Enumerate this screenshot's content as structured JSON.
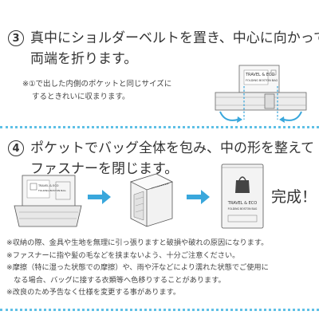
{
  "step3": {
    "number": "3",
    "line1": "真中にショルダーベルトを置き、中心に向かって",
    "line2": "両端を折ります。",
    "note1": "※①で出した内側のポケットと同じサイズに",
    "note2": "するときれいに収まります。"
  },
  "step4": {
    "number": "4",
    "line1": "ポケットでバッグ全体を包み、中の形を整えて",
    "line2": "ファスナーを閉じます。"
  },
  "complete_label": "完成！",
  "bag_tag": {
    "line1": "TRAVEL & ECO",
    "line2": "FOLDING BOSTON BAG"
  },
  "pouch_tag": {
    "line1": "TRAVEL & ECO",
    "line2": "FOLDING BOSTON BAG"
  },
  "finished_tag": {
    "line1": "TRAVEL & ECO",
    "line2": "FOLDING BOSTON BAG"
  },
  "cautions": [
    "※収納の際、金具や生地を無理に引っ張りますと破損や破れの原因になります。",
    "※ファスナーに指や髪の毛などを挟まないよう、十分ご注意ください。",
    "※摩擦（特に湿った状態での摩擦）や、雨や汗などにより濡れた状態でご使用に",
    "　なる場合、バッグに接する衣類等へ色移りすることがあります。",
    "※改良のため予告なく仕様を変更する事があります。"
  ],
  "colors": {
    "accent": "#39a7dc",
    "dots": "#5fc0e6",
    "text": "#333333"
  }
}
